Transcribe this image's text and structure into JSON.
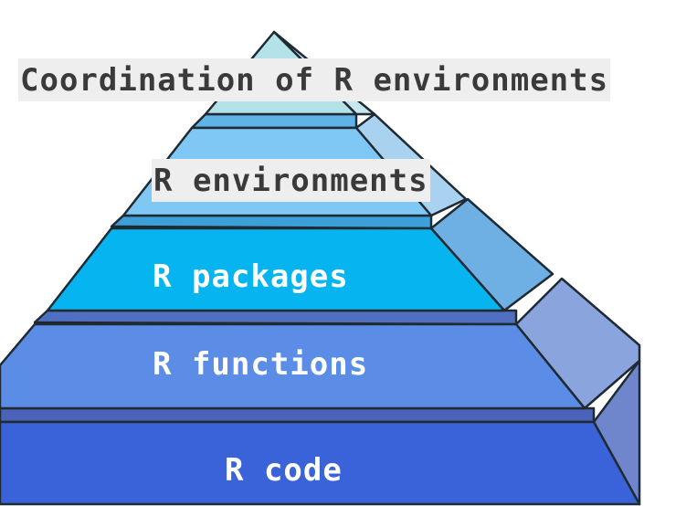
{
  "layers": [
    {
      "label": "Coordination of R environments",
      "color": "#b3e3e8",
      "text_style": "dark"
    },
    {
      "label": "R environments",
      "color": "#7fc7f5",
      "text_style": "dark"
    },
    {
      "label": "R packages",
      "color": "#06b4ef",
      "text_style": "light"
    },
    {
      "label": "R functions",
      "color": "#5b8ce6",
      "text_style": "light"
    },
    {
      "label": "R code",
      "color": "#3b63d9",
      "text_style": "light"
    }
  ]
}
